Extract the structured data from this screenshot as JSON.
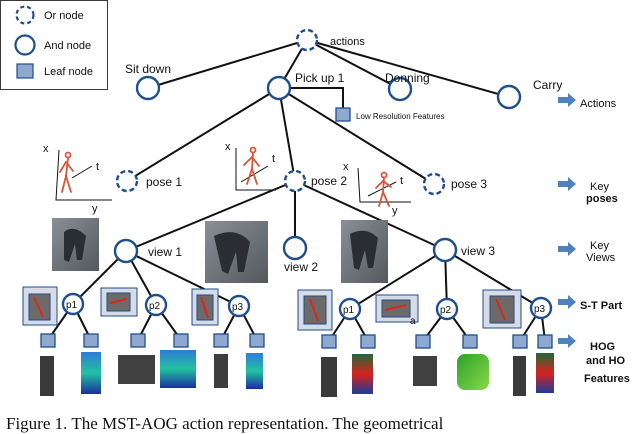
{
  "legend": {
    "or_node": "Or node",
    "and_node": "And node",
    "leaf_node": "Leaf node"
  },
  "nodes": {
    "root": "actions",
    "sit_down": "Sit down",
    "pick_up": "Pick up 1",
    "donning": "Donning",
    "carry": "Carry",
    "low_res": "Low Resolution Features",
    "pose1": "pose 1",
    "pose2": "pose 2",
    "pose3": "pose 3",
    "view1": "view 1",
    "view2": "view 2",
    "view3": "view 3",
    "p1": "p1",
    "p2": "p2",
    "p3": "p3",
    "part_mark": "a"
  },
  "axes": {
    "x": "x",
    "y": "y",
    "t": "t"
  },
  "levels": {
    "actions": "Actions",
    "key_poses_1": "Key",
    "key_poses_2": "poses",
    "key_views_1": "Key",
    "key_views_2": "Views",
    "st_part": "S-T Part",
    "features_1": "HOG",
    "features_2": "and HO",
    "features_3": "Features"
  },
  "caption": "Figure 1. The MST-AOG action representation. The geometrical",
  "colors": {
    "node_stroke": "#1f4e8c",
    "leaf_fill": "#8fa8d0",
    "arrow_fill": "#4f81bd"
  }
}
